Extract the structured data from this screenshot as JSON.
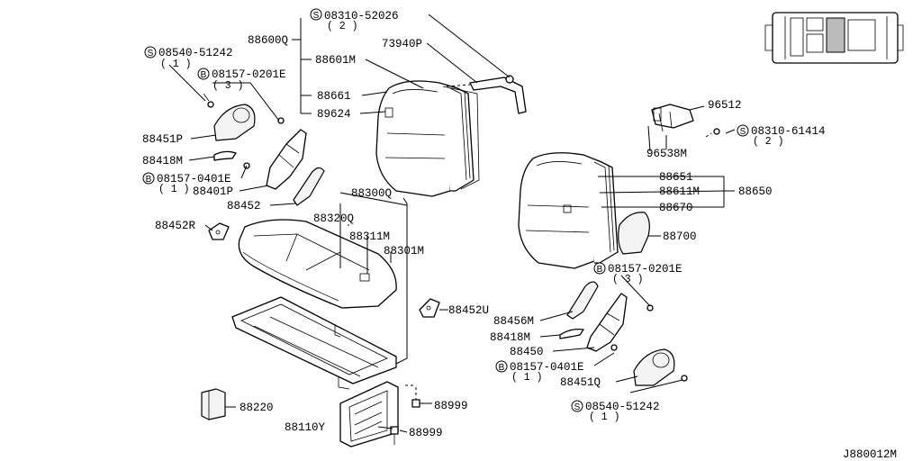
{
  "diagram_id": "J880012M",
  "labels": {
    "s_08310_52026": "08310-52026",
    "s_08310_52026_qty": "( 2 )",
    "p_88600Q": "88600Q",
    "p_73940P": "73940P",
    "p_88601M": "88601M",
    "p_88661": "88661",
    "p_89624": "89624",
    "s_08540_51242_l": "08540-51242",
    "s_08540_51242_l_qty": "( 1 )",
    "b_08157_0201E_l": "08157-0201E",
    "b_08157_0201E_l_qty": "( 3 )",
    "p_88451P": "88451P",
    "p_88418M_l": "88418M",
    "b_08157_0401E_l": "08157-0401E",
    "b_08157_0401E_l_qty": "( 1 )",
    "p_88401P": "88401P",
    "p_88452": "88452",
    "p_88452R": "88452R",
    "p_88300Q": "88300Q",
    "p_88320Q": "88320Q",
    "p_88311M": "88311M",
    "p_88301M": "88301M",
    "p_88452U": "88452U",
    "p_88220": "88220",
    "p_88110Y": "88110Y",
    "p_88999_a": "88999",
    "p_88999_b": "88999",
    "p_96512": "96512",
    "s_08310_61414": "08310-61414",
    "s_08310_61414_qty": "( 2 )",
    "p_96538M": "96538M",
    "p_88651": "88651",
    "p_88611M": "88611M",
    "p_88670": "88670",
    "p_88650": "88650",
    "p_88700": "88700",
    "b_08157_0201E_r": "08157-0201E",
    "b_08157_0201E_r_qty": "( 3 )",
    "p_88456M": "88456M",
    "p_88418M_r": "88418M",
    "p_88450": "88450",
    "b_08157_0401E_r": "08157-0401E",
    "b_08157_0401E_r_qty": "( 1 )",
    "p_88451Q": "88451Q",
    "s_08540_51242_r": "08540-51242",
    "s_08540_51242_r_qty": "( 1 )"
  },
  "symbols": {
    "screw": "S",
    "bolt": "B"
  }
}
